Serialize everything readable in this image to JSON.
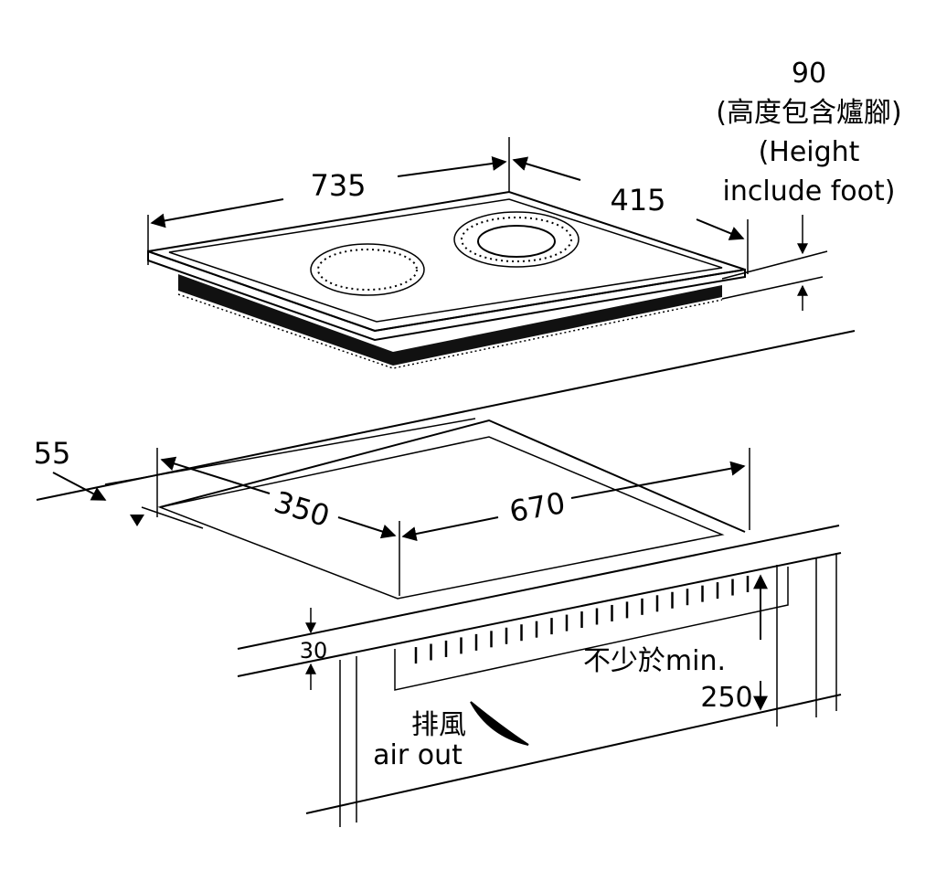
{
  "colors": {
    "line": "#000000",
    "cutout": "#c8c8c8",
    "hob_body": "#111111"
  },
  "labels": {
    "height_value": "90",
    "height_zh": "(高度包含爐腳)",
    "height_en_1": "(Height",
    "height_en_2": "include foot)",
    "width_hob": "735",
    "depth_hob": "415",
    "edge_distance": "55",
    "cutout_depth": "350",
    "cutout_width": "670",
    "top_thickness": "30",
    "min_clearance_zh": "不少於min.",
    "min_clearance_value": "250",
    "air_out_zh": "排風",
    "air_out_en": "air out"
  }
}
